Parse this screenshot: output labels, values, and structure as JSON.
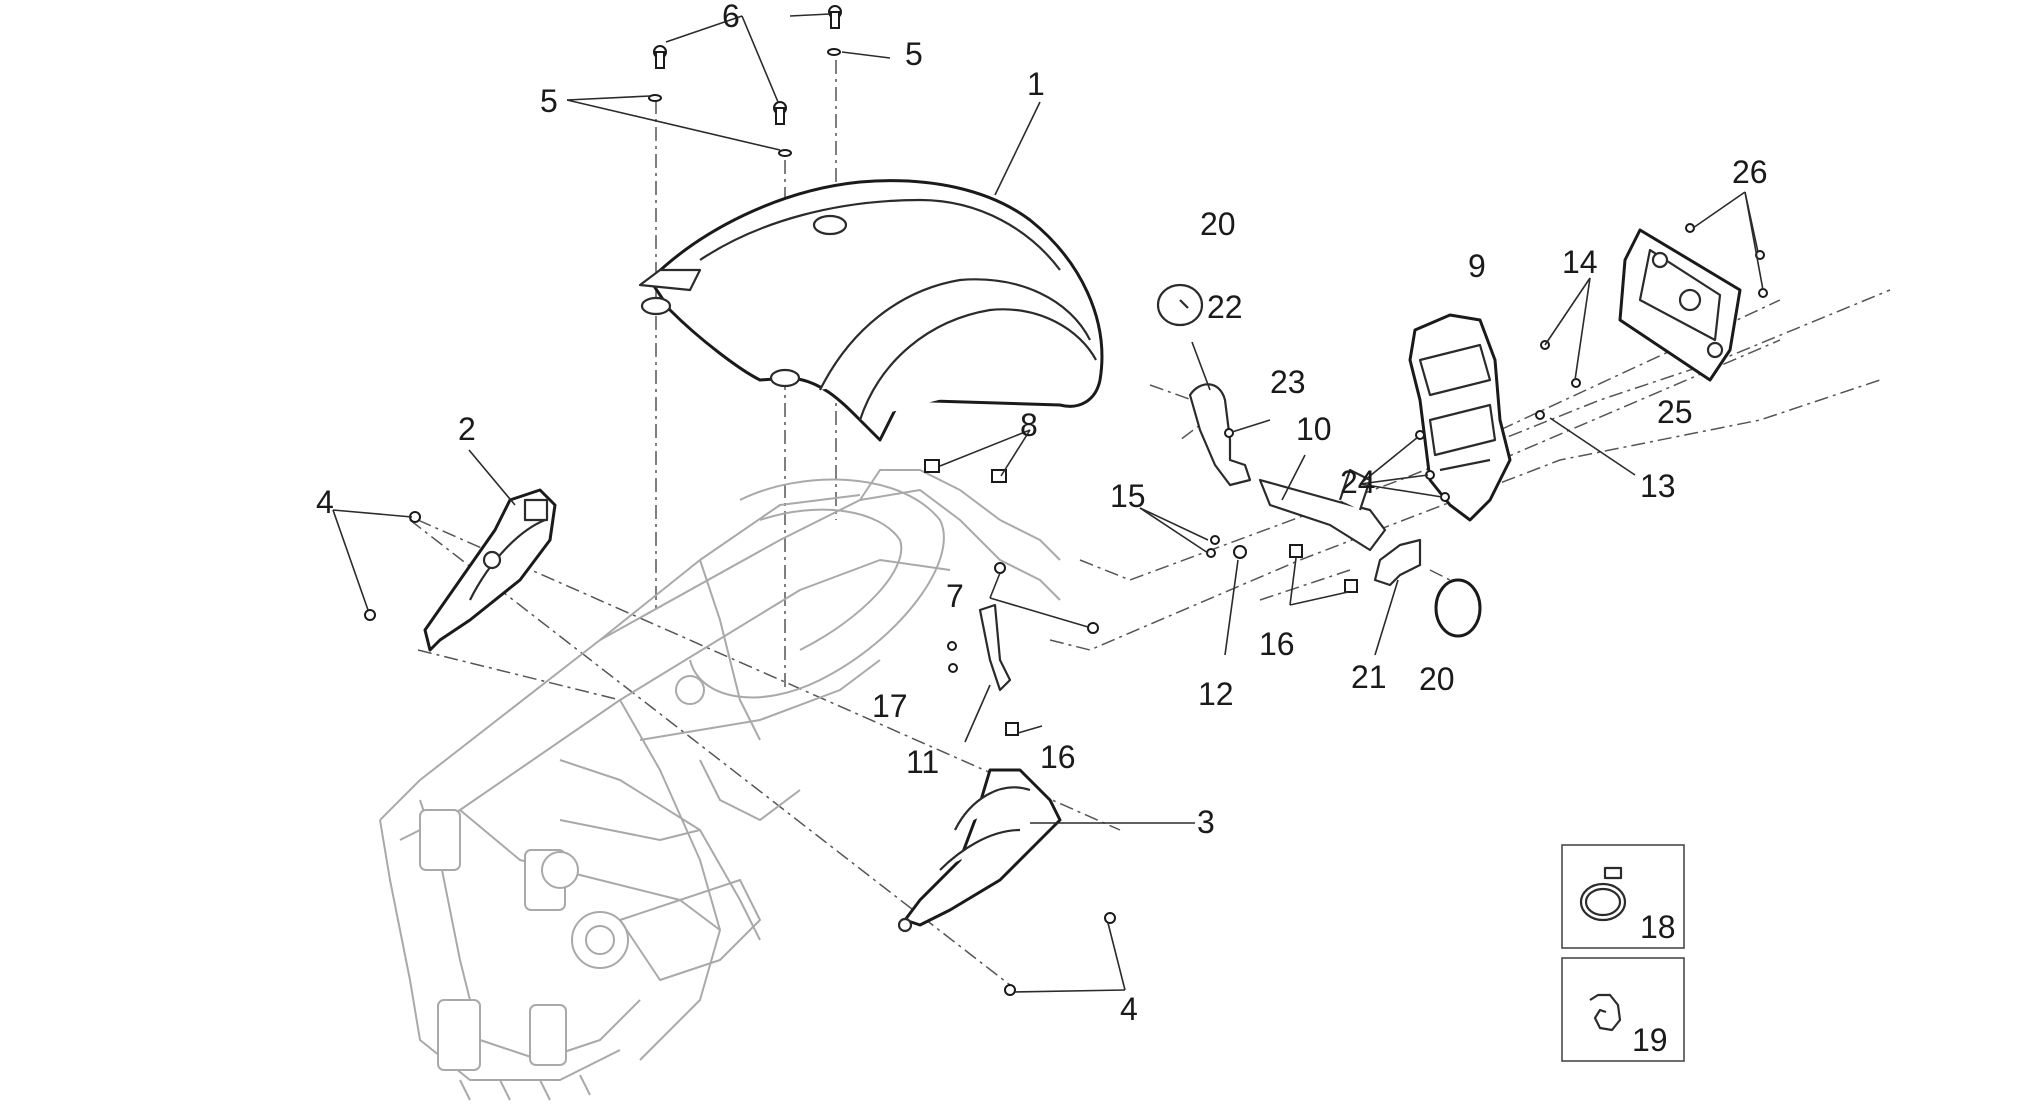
{
  "diagram": {
    "callouts": [
      {
        "id": "1",
        "text": "1"
      },
      {
        "id": "2",
        "text": "2"
      },
      {
        "id": "3",
        "text": "3"
      },
      {
        "id": "4a",
        "text": "4"
      },
      {
        "id": "4b",
        "text": "4"
      },
      {
        "id": "5a",
        "text": "5"
      },
      {
        "id": "5b",
        "text": "5"
      },
      {
        "id": "6",
        "text": "6"
      },
      {
        "id": "7",
        "text": "7"
      },
      {
        "id": "8",
        "text": "8"
      },
      {
        "id": "9",
        "text": "9"
      },
      {
        "id": "10",
        "text": "10"
      },
      {
        "id": "11",
        "text": "11"
      },
      {
        "id": "12",
        "text": "12"
      },
      {
        "id": "13",
        "text": "13"
      },
      {
        "id": "14",
        "text": "14"
      },
      {
        "id": "15",
        "text": "15"
      },
      {
        "id": "16a",
        "text": "16"
      },
      {
        "id": "16b",
        "text": "16"
      },
      {
        "id": "17",
        "text": "17"
      },
      {
        "id": "18",
        "text": "18"
      },
      {
        "id": "19",
        "text": "19"
      },
      {
        "id": "20a",
        "text": "20"
      },
      {
        "id": "20b",
        "text": "20"
      },
      {
        "id": "21",
        "text": "21"
      },
      {
        "id": "22",
        "text": "22"
      },
      {
        "id": "23",
        "text": "23"
      },
      {
        "id": "24",
        "text": "24"
      },
      {
        "id": "25",
        "text": "25"
      },
      {
        "id": "26",
        "text": "26"
      }
    ]
  }
}
